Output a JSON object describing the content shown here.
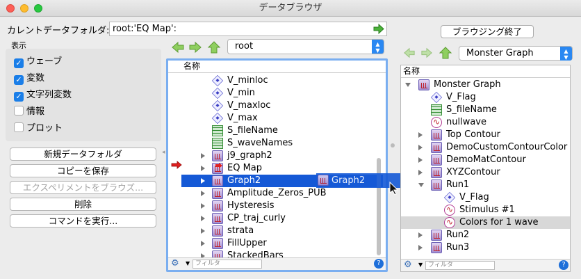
{
  "window": {
    "title": "データブラウザ"
  },
  "path": {
    "label": "カレントデータフォルダ:",
    "value": "root:'EQ Map':"
  },
  "end_browsing": "ブラウジング終了",
  "display": {
    "label": "表示",
    "options": [
      {
        "label": "ウェーブ",
        "checked": true
      },
      {
        "label": "変数",
        "checked": true
      },
      {
        "label": "文字列変数",
        "checked": true
      },
      {
        "label": "情報",
        "checked": false
      },
      {
        "label": "プロット",
        "checked": false
      }
    ]
  },
  "buttons": {
    "new_folder": "新規データフォルダ",
    "save_copy": "コピーを保存",
    "browse_experiment": "エクスペリメントをブラウズ...",
    "delete": "削除",
    "exec_cmd": "コマンドを実行..."
  },
  "left_browser": {
    "folder": "root",
    "header": "名称",
    "filter_placeholder": "フィルタ",
    "items": [
      "V_minloc",
      "V_min",
      "V_maxloc",
      "V_max",
      "S_fileName",
      "S_waveNames",
      "j9_graph2",
      "EQ Map",
      "Graph2",
      "Amplitude_Zeros_PUB",
      "Hysteresis",
      "CP_traj_curly",
      "strata",
      "FillUpper",
      "StackedBars"
    ],
    "drag_label": "Graph2"
  },
  "right_browser": {
    "folder": "Monster Graph",
    "header": "名称",
    "filter_placeholder": "フィルタ",
    "items": [
      "Monster Graph",
      "V_Flag",
      "S_fileName",
      "nullwave",
      "Top Contour",
      "DemoCustomContourColor",
      "DemoMatContour",
      "XYZContour",
      "Run1",
      "V_Flag",
      "Stimulus #1",
      "Colors for 1 wave",
      "Run2",
      "Run3"
    ]
  },
  "colors": {
    "selection": "#1559d6",
    "accent": "#2a88f2",
    "nav_arrow": "#7bc24e"
  }
}
